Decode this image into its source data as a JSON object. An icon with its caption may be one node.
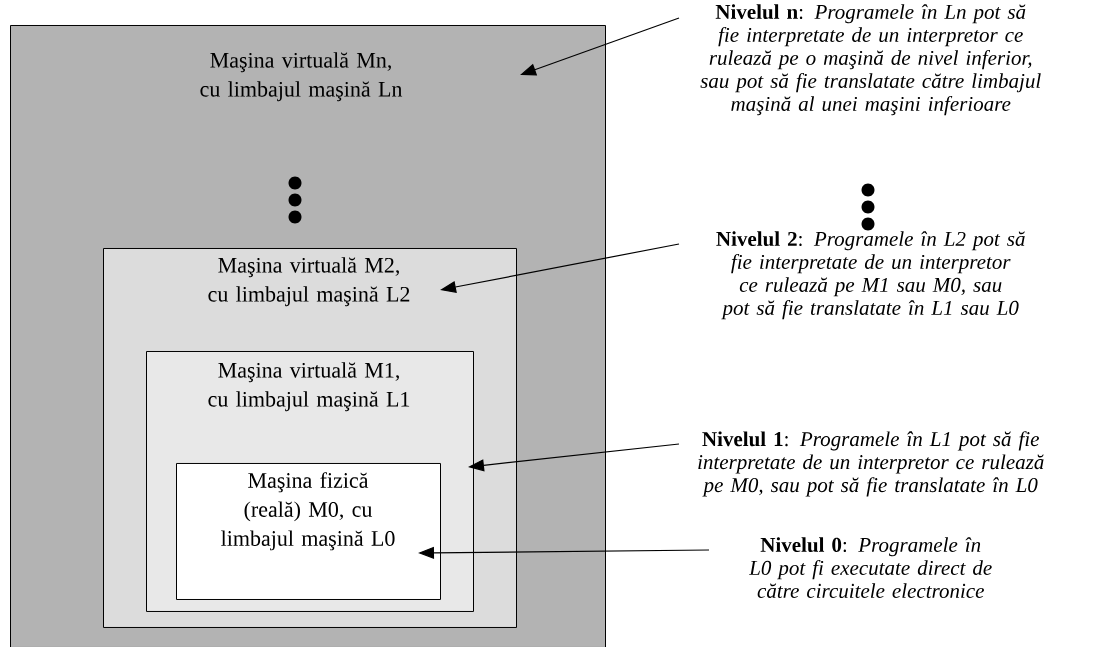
{
  "diagram": {
    "nodes": [
      {
        "text": [
          "Maşina virtuală Mn, cu limbajul maşină Ln"
        ]
      },
      {
        "text": [
          "Maşina virtuală M2, cu limbajul maşină L2"
        ],
        "in": 0
      },
      {
        "text": [
          "Maşina virtuală M1, cu limbajul maşină L1"
        ],
        "in": 1
      },
      {
        "text": [
          "Maşina fizică (reală) M0, cu limbajul maşină L0"
        ],
        "in": 2
      },
      {
        "text": [
          "**Nivelul n**: *Programele în Ln pot să fie interpretate de un interpretor ce rulează pe o maşină de nivel inferior, sau pot să fie translatate către limbajul maşină al unei maşini inferioare*"
        ]
      },
      {
        "text": [
          "**Nivelul 2**: *Programele în L2 pot să fie interpretate de un interpretor ce rulează pe M1 sau M0, sau pot să fie translatate în L1 sau L0*"
        ]
      },
      {
        "text": [
          "**Nivelul 1**: *Programele în L1 pot să fie interpretate de un interpretor ce rulează pe M0, sau pot să fie translatate în L0*"
        ]
      },
      {
        "text": [
          "**Nivelul 0**: *Programele în L0 pot fi executate direct de către circuitele electronice*"
        ]
      }
    ],
    "edges": [
      {
        "from": 4,
        "to": 0,
        "arrow": "to"
      },
      {
        "from": 5,
        "to": 1,
        "arrow": "to"
      },
      {
        "from": 6,
        "to": 2,
        "arrow": "to"
      },
      {
        "from": 7,
        "to": 3,
        "arrow": "to"
      }
    ]
  }
}
